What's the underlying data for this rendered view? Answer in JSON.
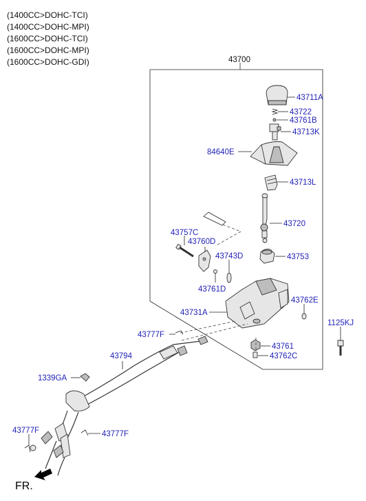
{
  "applications": [
    "(1400CC>DOHC-TCI)",
    "(1400CC>DOHC-MPI)",
    "(1600CC>DOHC-TCI)",
    "(1600CC>DOHC-MPI)",
    "(1600CC>DOHC-GDI)"
  ],
  "assembly_label": "43700",
  "parts": {
    "knob": "43711A",
    "spring": "43722",
    "pin": "43761B",
    "knob_adapter": "43713K",
    "boot": "84640E",
    "lever_sleeve": "43713L",
    "lever": "43720",
    "bushing": "43753",
    "bolt": "43757C",
    "lever_bracket": "43760D",
    "washer": "43743D",
    "clip": "43761D",
    "base_housing": "43731A",
    "o_ring": "43762E",
    "mount_bolt": "1125KJ",
    "cable_clip_top": "43777F",
    "nut": "43761",
    "collar": "43762C",
    "cable_assembly": "43794",
    "grommet": "1339GA",
    "cable_clip_left": "43777F",
    "cable_clip_bottom": "43777F"
  },
  "front_label": "FR."
}
